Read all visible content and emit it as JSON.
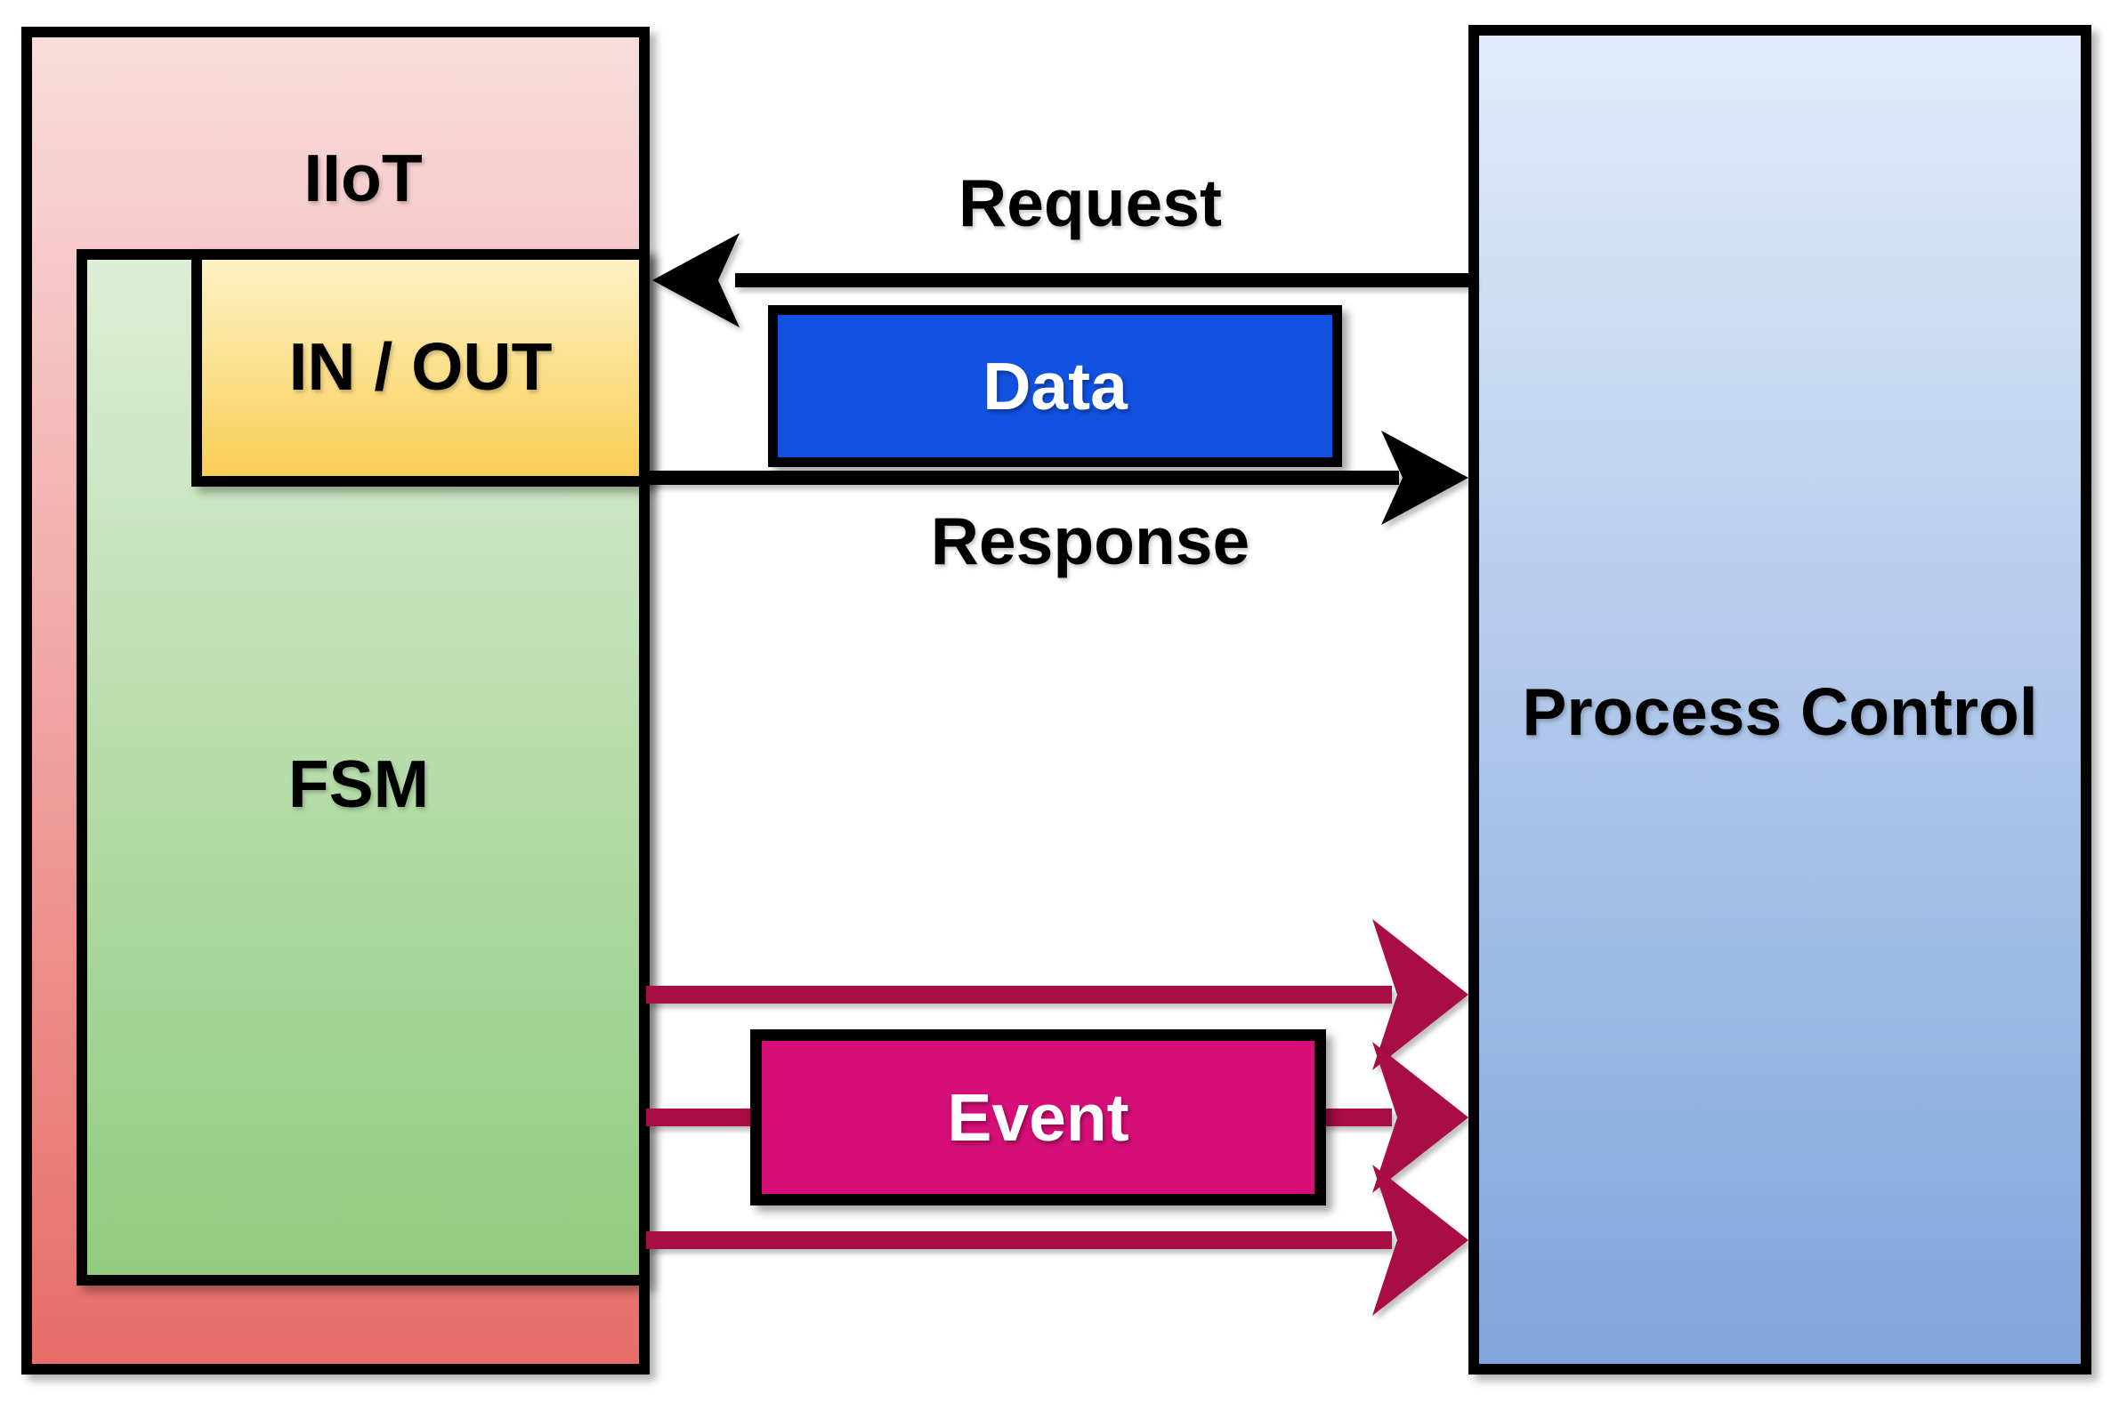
{
  "diagram": {
    "nodes": {
      "iiot": {
        "label": "IIoT"
      },
      "fsm": {
        "label": "FSM"
      },
      "inout": {
        "label": "IN / OUT"
      },
      "process_control": {
        "label": "Process Control"
      }
    },
    "flows": {
      "request": {
        "label": "Request",
        "direction": "process-control-to-iiot"
      },
      "response": {
        "label": "Response",
        "direction": "inout-to-process-control"
      },
      "data": {
        "label": "Data"
      },
      "event": {
        "label": "Event",
        "direction": "fsm-to-process-control",
        "arrow_count": 3
      }
    },
    "colors": {
      "iiot_top": "#f8dcdc",
      "iiot_bottom": "#e86d68",
      "fsm_top": "#ddeed6",
      "fsm_bottom": "#90cb7e",
      "inout_top": "#fdf2c5",
      "inout_bottom": "#f9ce55",
      "pc_top": "#e1ebfa",
      "pc_bottom": "#80a5db",
      "data_fill": "#1152e0",
      "event_fill": "#d60e77",
      "event_arrow": "#a80d45",
      "black_arrow": "#000000"
    }
  }
}
